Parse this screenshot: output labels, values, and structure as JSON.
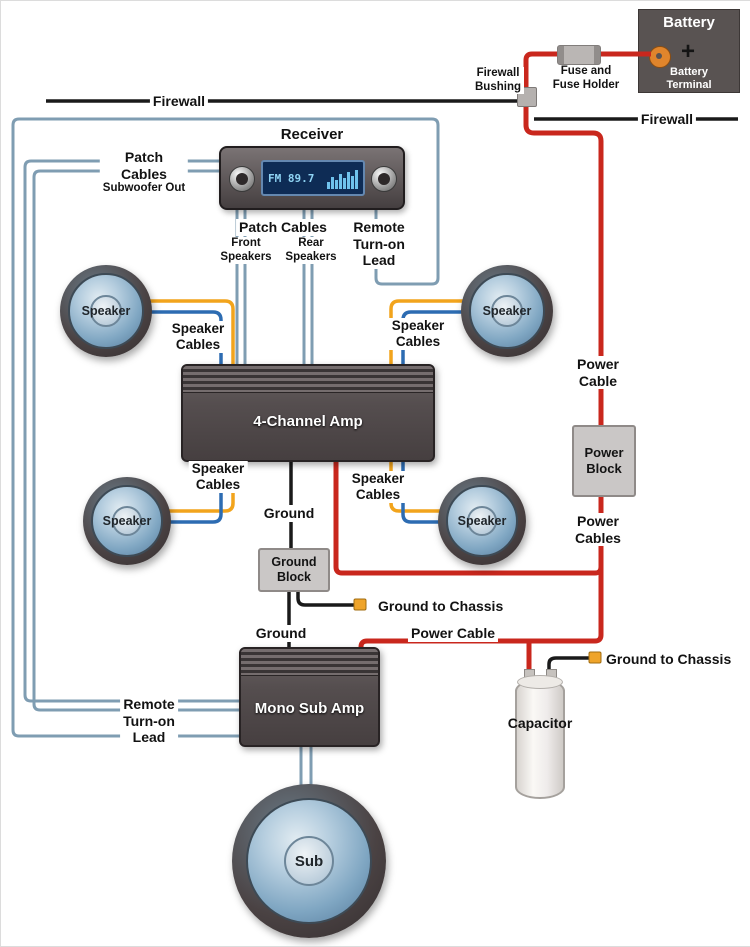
{
  "colors": {
    "power_cable": "#c9271d",
    "patch_cable": "#7f9db2",
    "speaker_wire_positive": "#f2a41c",
    "speaker_wire_negative": "#2d6cb2",
    "ground_wire": "#1a1a1a",
    "chassis_connector": "#efa42a",
    "display_text": "#8fd4f4"
  },
  "labels": {
    "firewall_left": "Firewall",
    "firewall_right": "Firewall",
    "bushing": {
      "l1": "Firewall",
      "l2": "Bushing"
    },
    "fuse": {
      "l1": "Fuse and",
      "l2": "Fuse Holder"
    },
    "battery": {
      "name": "Battery",
      "plus": "+",
      "terminal_l1": "Battery",
      "terminal_l2": "Terminal"
    },
    "receiver": {
      "title": "Receiver",
      "display": "FM 89.7"
    },
    "patch_subwoofer": {
      "l1": "Patch",
      "l2": "Cables",
      "l3": "Subwoofer Out"
    },
    "patch_center": {
      "title": "Patch Cables",
      "front_l1": "Front",
      "front_l2": "Speakers",
      "rear_l1": "Rear",
      "rear_l2": "Speakers"
    },
    "remote_top": {
      "l1": "Remote",
      "l2": "Turn-on",
      "l3": "Lead"
    },
    "remote_bottom": {
      "l1": "Remote",
      "l2": "Turn-on",
      "l3": "Lead"
    },
    "speaker_cables": {
      "l1": "Speaker",
      "l2": "Cables"
    },
    "amp4": "4-Channel Amp",
    "mono_amp": "Mono Sub Amp",
    "power_cable_v": {
      "l1": "Power",
      "l2": "Cable"
    },
    "power_block": {
      "l1": "Power",
      "l2": "Block"
    },
    "power_cables": {
      "l1": "Power",
      "l2": "Cables"
    },
    "ground_top": "Ground",
    "ground_block": {
      "l1": "Ground",
      "l2": "Block"
    },
    "ground_mid": "Ground",
    "ground_chassis_1": "Ground to Chassis",
    "ground_chassis_2": "Ground to Chassis",
    "power_cable_h": "Power Cable",
    "capacitor": "Capacitor",
    "speaker": "Speaker",
    "sub": "Sub"
  }
}
